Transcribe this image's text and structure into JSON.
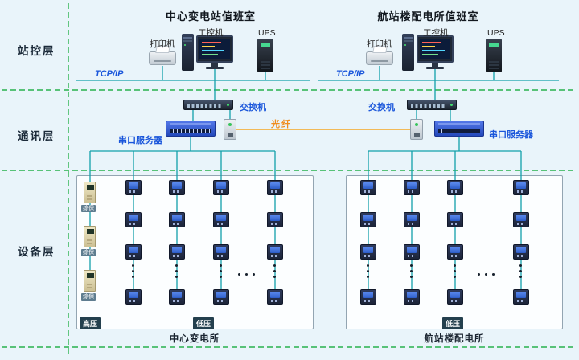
{
  "layers": {
    "station": "站控层",
    "communication": "通讯层",
    "device": "设备层"
  },
  "left": {
    "title": "中心变电站值班室",
    "printer": "打印机",
    "ipc": "工控机",
    "ups": "UPS",
    "tcpip": "TCP/IP",
    "switch": "交换机",
    "serial_server": "串口服务器",
    "box": {
      "hv": "高压",
      "lv": "低压",
      "relay": "综保",
      "caption": "中心变电所"
    }
  },
  "right": {
    "title": "航站楼配电所值班室",
    "printer": "打印机",
    "ipc": "工控机",
    "ups": "UPS",
    "tcpip": "TCP/IP",
    "switch": "交换机",
    "serial_server": "串口服务器",
    "box": {
      "lv": "低压",
      "caption": "航站楼配电所"
    }
  },
  "fiber": "光纤",
  "colors": {
    "background": "#e9f4fa",
    "network_line": "#12a0aa",
    "layer_separator": "#28b24c",
    "fiber_line": "#f5a623",
    "label_blue": "#1a56db",
    "fiber_label_orange": "#f08c1e"
  }
}
